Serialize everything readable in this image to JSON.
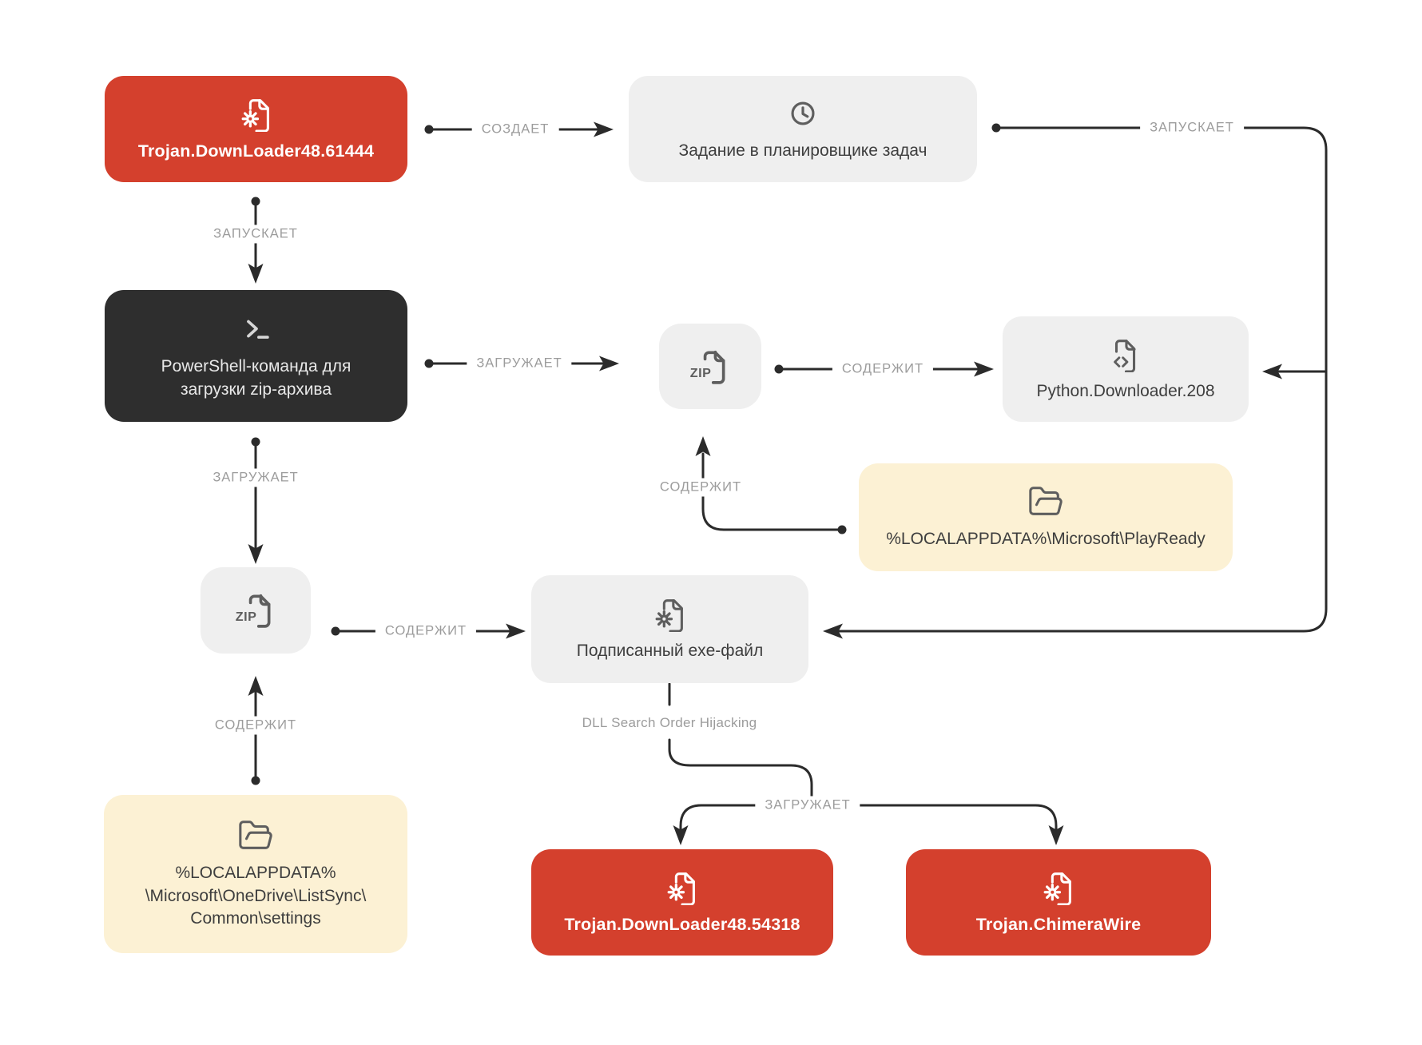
{
  "diagram": {
    "nodes": {
      "trojan_61444": {
        "label": "Trojan.DownLoader48.61444",
        "icon": "file-gear-icon"
      },
      "task_scheduler": {
        "label": "Задание в планировщике задач",
        "icon": "clock-icon"
      },
      "powershell_command": {
        "lines": [
          "PowerShell-команда для",
          "загрузки zip-архива"
        ],
        "icon": "terminal-icon"
      },
      "zip_archive_top": {
        "label": "ZIP",
        "icon": "zip-file-icon"
      },
      "python_downloader": {
        "label": "Python.Downloader.208",
        "icon": "code-file-icon"
      },
      "playready_folder": {
        "label": "%LOCALAPPDATA%\\Microsoft\\PlayReady",
        "icon": "folder-open-icon"
      },
      "zip_archive_left": {
        "label": "ZIP",
        "icon": "zip-file-icon"
      },
      "signed_exe": {
        "label": "Подписанный exe-файл",
        "icon": "file-gear-icon"
      },
      "onedrive_folder": {
        "lines": [
          "%LOCALAPPDATA%",
          "\\Microsoft\\OneDrive\\ListSync\\",
          "Common\\settings"
        ],
        "icon": "folder-open-icon"
      },
      "trojan_54318": {
        "label": "Trojan.DownLoader48.54318",
        "icon": "file-gear-icon"
      },
      "chimera_wire": {
        "label": "Trojan.ChimeraWire",
        "icon": "file-gear-icon"
      }
    },
    "edges": {
      "creates": {
        "label": "СОЗДАЕТ"
      },
      "launches_powershell": {
        "label": "ЗАПУСКАЕТ"
      },
      "launches_task": {
        "label": "ЗАПУСКАЕТ"
      },
      "downloads_zip_top": {
        "label": "ЗАГРУЖАЕТ"
      },
      "downloads_zip_left": {
        "label": "ЗАГРУЖАЕТ"
      },
      "contains_python": {
        "label": "СОДЕРЖИТ"
      },
      "contains_zip_top": {
        "label": "СОДЕРЖИТ"
      },
      "contains_exe": {
        "label": "СОДЕРЖИТ"
      },
      "contains_zip_left": {
        "label": "СОДЕРЖИТ"
      },
      "dll_hijacking": {
        "label": "DLL Search Order Hijacking"
      },
      "downloads_trojans": {
        "label": "ЗАГРУЖАЕТ"
      }
    },
    "colors": {
      "malware_red": "#d4402d",
      "terminal_dark": "#2e2e2e",
      "node_gray": "#efefef",
      "folder_yellow": "#fcf1d4",
      "connector_dark": "#2b2b2b",
      "edge_label_gray": "#9c9c9c"
    }
  }
}
